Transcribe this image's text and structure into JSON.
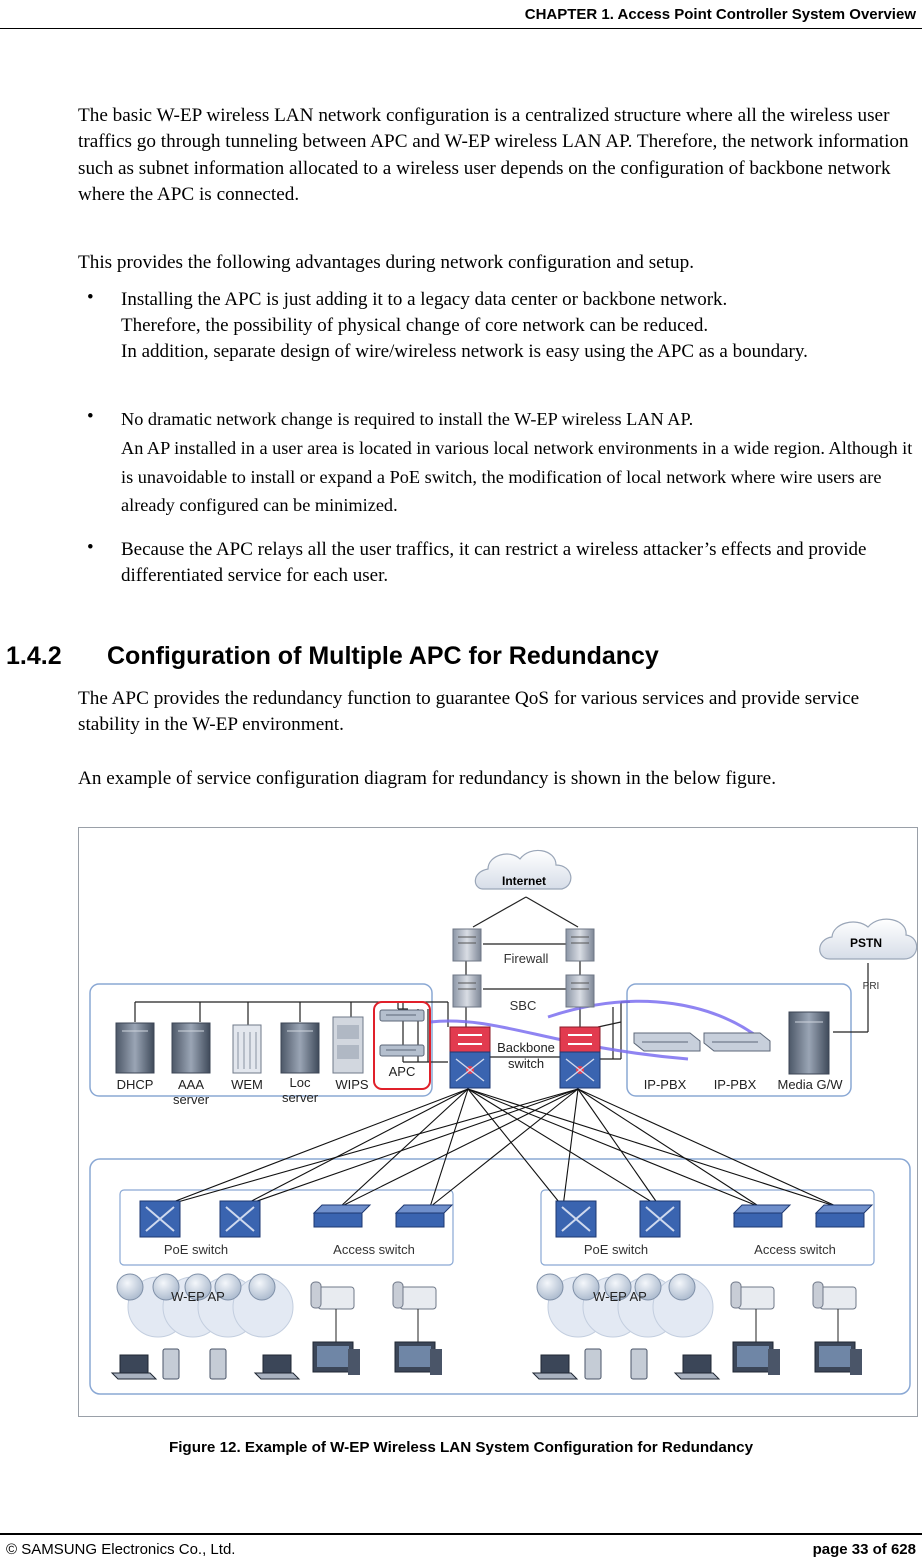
{
  "header": {
    "chapter": "CHAPTER 1. Access Point Controller System Overview"
  },
  "body": {
    "p1": "The basic W-EP wireless LAN network configuration is a centralized structure where all the wireless user traffics go through tunneling between APC and W-EP wireless LAN AP. Therefore, the network information such as subnet information allocated to a wireless user depends on the configuration of backbone network where the APC is connected.",
    "p2": "This provides the following advantages during network configuration and setup.",
    "bullet_char": "•",
    "bullets": [
      {
        "line1": "Installing the APC is just adding it to a legacy data center or backbone network.",
        "line2": "Therefore, the possibility of physical change of core network can be reduced.",
        "line3": "In addition, separate design of wire/wireless network is easy using the APC as a boundary."
      },
      {
        "line1": "No dramatic network change is required to install the W-EP wireless LAN AP.",
        "line2": "An AP installed in a user area is located in various local network environments in a wide region. Although it is unavoidable to install or expand a PoE switch, the modification of local network where wire users are already configured can be minimized."
      },
      {
        "line1": "Because the APC relays all the user traffics, it can restrict a wireless attacker’s effects and provide differentiated service for each user."
      }
    ]
  },
  "section": {
    "number": "1.4.2",
    "title": "Configuration of Multiple APC for Redundancy",
    "p1": "The APC provides the redundancy function to guarantee QoS for various services and provide service stability in the W-EP environment.",
    "p2": "An example of service configuration diagram for redundancy is shown in the below figure."
  },
  "diagram": {
    "internet": "Internet",
    "pstn": "PSTN",
    "pri": "PRI",
    "firewall": "Firewall",
    "sbc": "SBC",
    "backbone_line1": "Backbone",
    "backbone_line2": "switch",
    "apc": "APC",
    "servers": {
      "dhcp": "DHCP",
      "aaa_line1": "AAA",
      "aaa_line2": "server",
      "wem": "WEM",
      "loc_line1": "Loc",
      "loc_line2": "server",
      "wips": "WIPS"
    },
    "ippbx1": "IP-PBX",
    "ippbx2": "IP-PBX",
    "media_gw": "Media G/W",
    "left_group": {
      "poe": "PoE switch",
      "access": "Access switch",
      "ap": "W-EP AP"
    },
    "right_group": {
      "poe": "PoE switch",
      "access": "Access switch",
      "ap": "W-EP AP"
    },
    "colors": {
      "wan_link": "#7b6ef0",
      "apc_highlight": "#e0202a",
      "switch_red": "#e23b4f",
      "switch_blue": "#3a64b0",
      "group_border": "#8aa8d4"
    }
  },
  "caption": "Figure 12. Example of W-EP Wireless LAN System Configuration for Redundancy",
  "footer": {
    "copyright": "© SAMSUNG Electronics Co., Ltd.",
    "page": "page 33 of 628"
  }
}
